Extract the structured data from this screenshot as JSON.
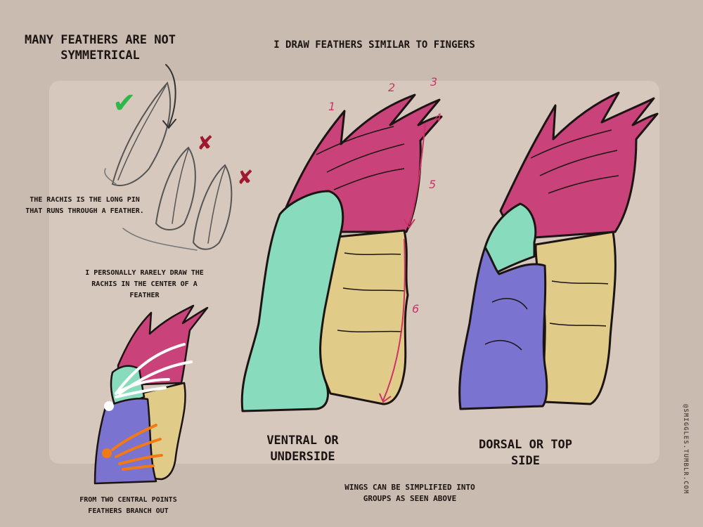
{
  "headings": {
    "asymmetry": "MANY FEATHERS ARE NOT SYMMETRICAL",
    "fingers": "I DRAW FEATHERS SIMILAR TO FINGERS"
  },
  "notes": {
    "rachis_definition": "THE RACHIS IS THE LONG PIN THAT RUNS THROUGH A FEATHER.",
    "rachis_center": "I PERSONALLY RARELY DRAW THE RACHIS IN THE CENTER OF A FEATHER",
    "branch_points": "FROM TWO CENTRAL POINTS FEATHERS BRANCH OUT",
    "simplified_groups": "WINGS CAN BE SIMPLIFIED INTO GROUPS AS SEEN ABOVE"
  },
  "labels": {
    "ventral": "VENTRAL OR UNDERSIDE",
    "dorsal": "DORSAL OR TOP SIDE"
  },
  "feather_numbers": [
    "1",
    "2",
    "3",
    "4",
    "5",
    "6"
  ],
  "marks": {
    "check": "✔",
    "cross": "✘"
  },
  "credit": "@SMIGGLES.TUMBLR.COM",
  "colors": {
    "background": "#c9bbb0",
    "panel": "#d6c8bd",
    "primaries": "#c9427a",
    "secondaries": "#e0cc88",
    "coverts": "#88dbbd",
    "marginal_coverts": "#7a73cf",
    "annotation_pink": "#cc3366",
    "check_green": "#2fb84a",
    "cross_red": "#a01830",
    "branch_orange": "#f27a14"
  }
}
